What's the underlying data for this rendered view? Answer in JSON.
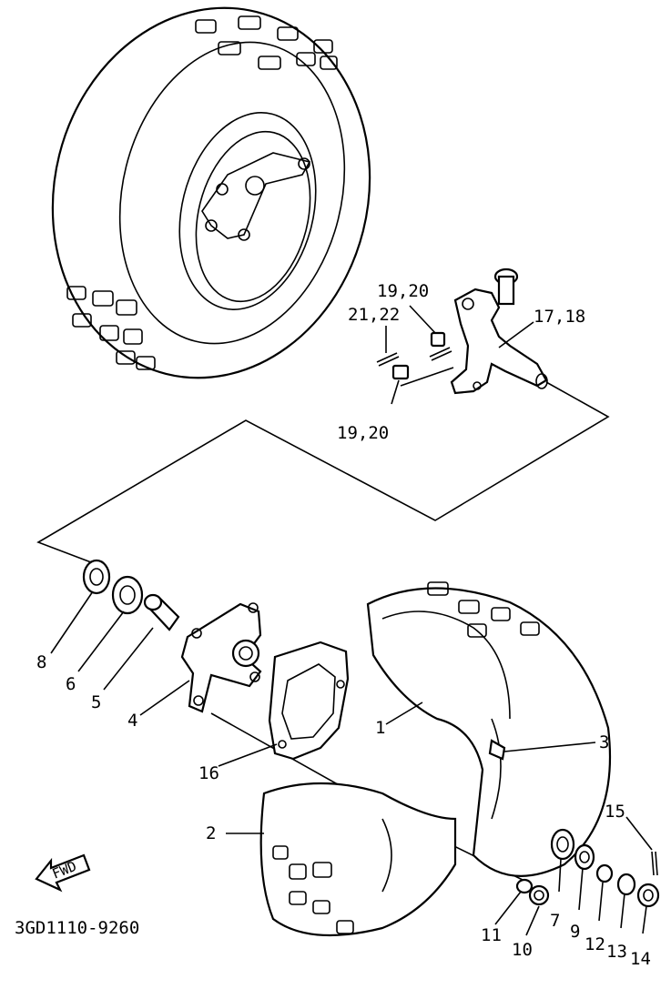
{
  "diagram": {
    "callouts": {
      "c1": "1",
      "c2": "2",
      "c3": "3",
      "c4": "4",
      "c5": "5",
      "c6": "6",
      "c7": "7",
      "c8": "8",
      "c9": "9",
      "c10": "10",
      "c11": "11",
      "c12": "12",
      "c13": "13",
      "c14": "14",
      "c15": "15",
      "c16": "16",
      "c1718": "17,18",
      "c1920a": "19,20",
      "c1920b": "19,20",
      "c2122": "21,22"
    },
    "fwd_label": "FWD",
    "part_code": "3GD1110-9260"
  }
}
